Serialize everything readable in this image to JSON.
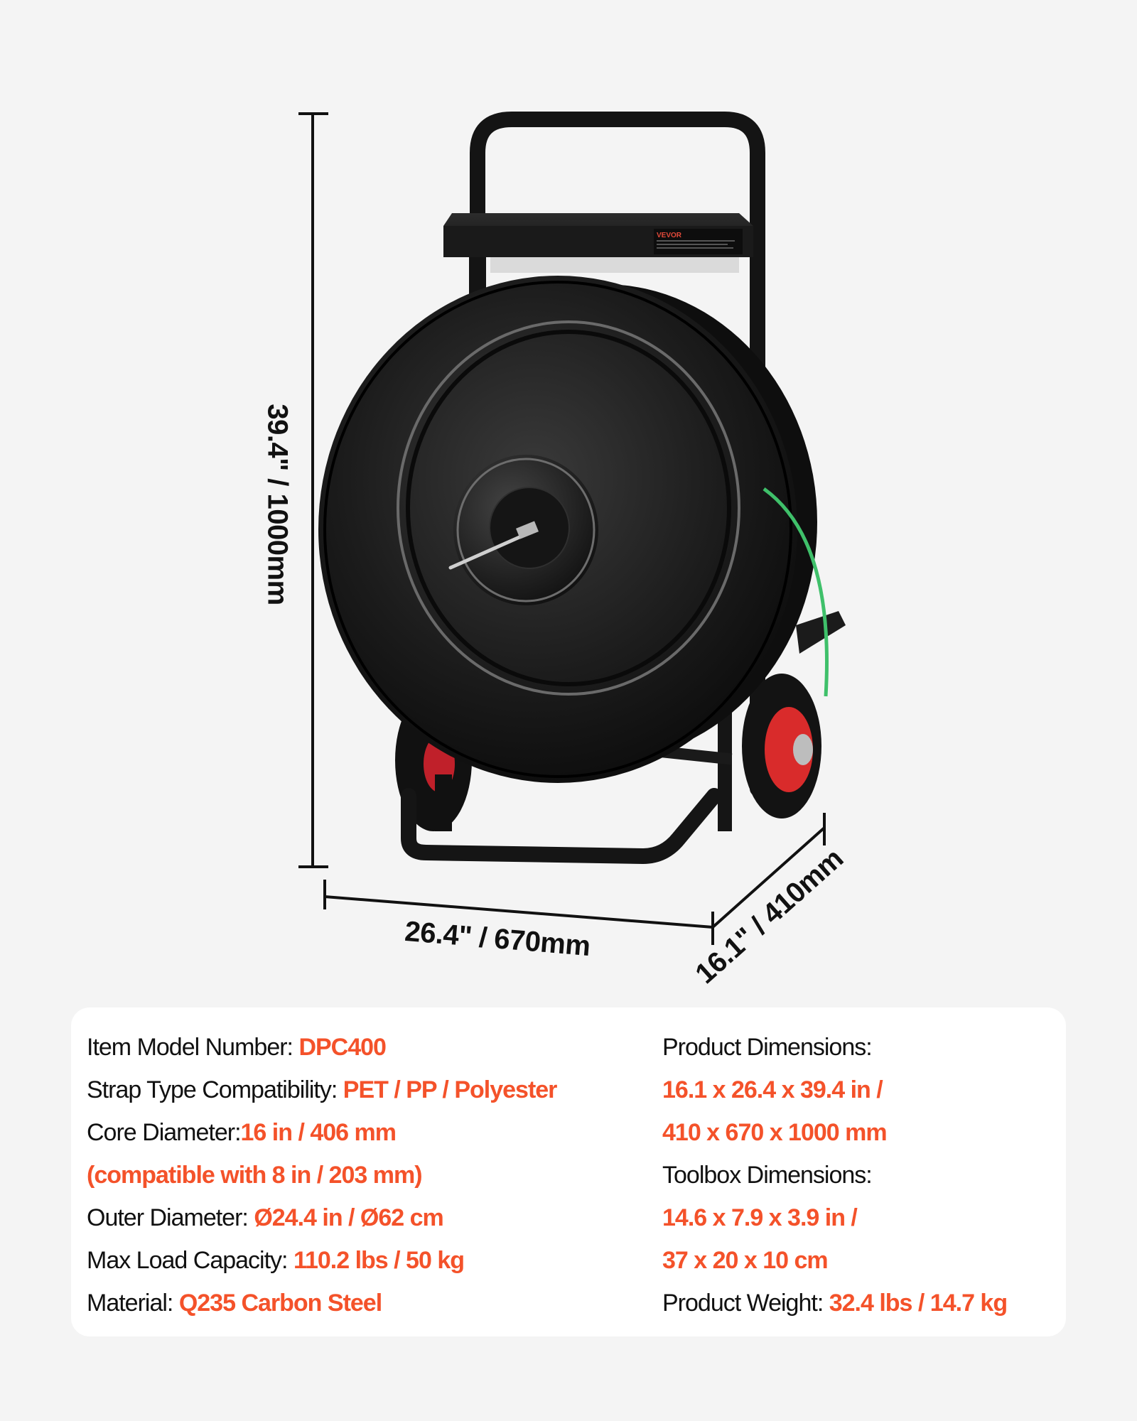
{
  "brand": {
    "name": "VEVOR",
    "accent_color": "#f4522a",
    "text_color": "#111111",
    "background_color": "#f4f4f4",
    "card_color": "#ffffff"
  },
  "product_image": {
    "subject": "Strapping coil dispenser cart with black reel, toolbox tray, red-hub wheels and green strap",
    "toolbox_label": "VEVOR"
  },
  "dimensions": {
    "height": "39.4\" / 1000mm",
    "width": "26.4\" / 670mm",
    "depth": "16.1\" / 410mm"
  },
  "specs": {
    "left": [
      {
        "label": "Item Model Number: ",
        "value": "DPC400"
      },
      {
        "label": "Strap Type Compatibility: ",
        "value": "PET / PP / Polyester"
      },
      {
        "label": "Core Diameter:",
        "value": "16 in / 406 mm"
      },
      {
        "label": "",
        "value": "(compatible with 8 in / 203 mm)"
      },
      {
        "label": "Outer Diameter: ",
        "value": "Ø24.4 in / Ø62 cm"
      },
      {
        "label": "Max Load Capacity: ",
        "value": "110.2 lbs / 50 kg"
      },
      {
        "label": "Material: ",
        "value": "Q235 Carbon Steel"
      }
    ],
    "right": [
      {
        "label": "Product Dimensions:",
        "value": ""
      },
      {
        "label": "",
        "value": "16.1 x 26.4 x 39.4 in /"
      },
      {
        "label": "",
        "value": "410 x 670 x 1000 mm"
      },
      {
        "label": "Toolbox Dimensions:",
        "value": ""
      },
      {
        "label": "",
        "value": "14.6 x 7.9 x 3.9 in /"
      },
      {
        "label": "",
        "value": "37 x 20 x 10 cm"
      },
      {
        "label": "Product Weight: ",
        "value": "32.4 lbs / 14.7 kg"
      }
    ]
  }
}
